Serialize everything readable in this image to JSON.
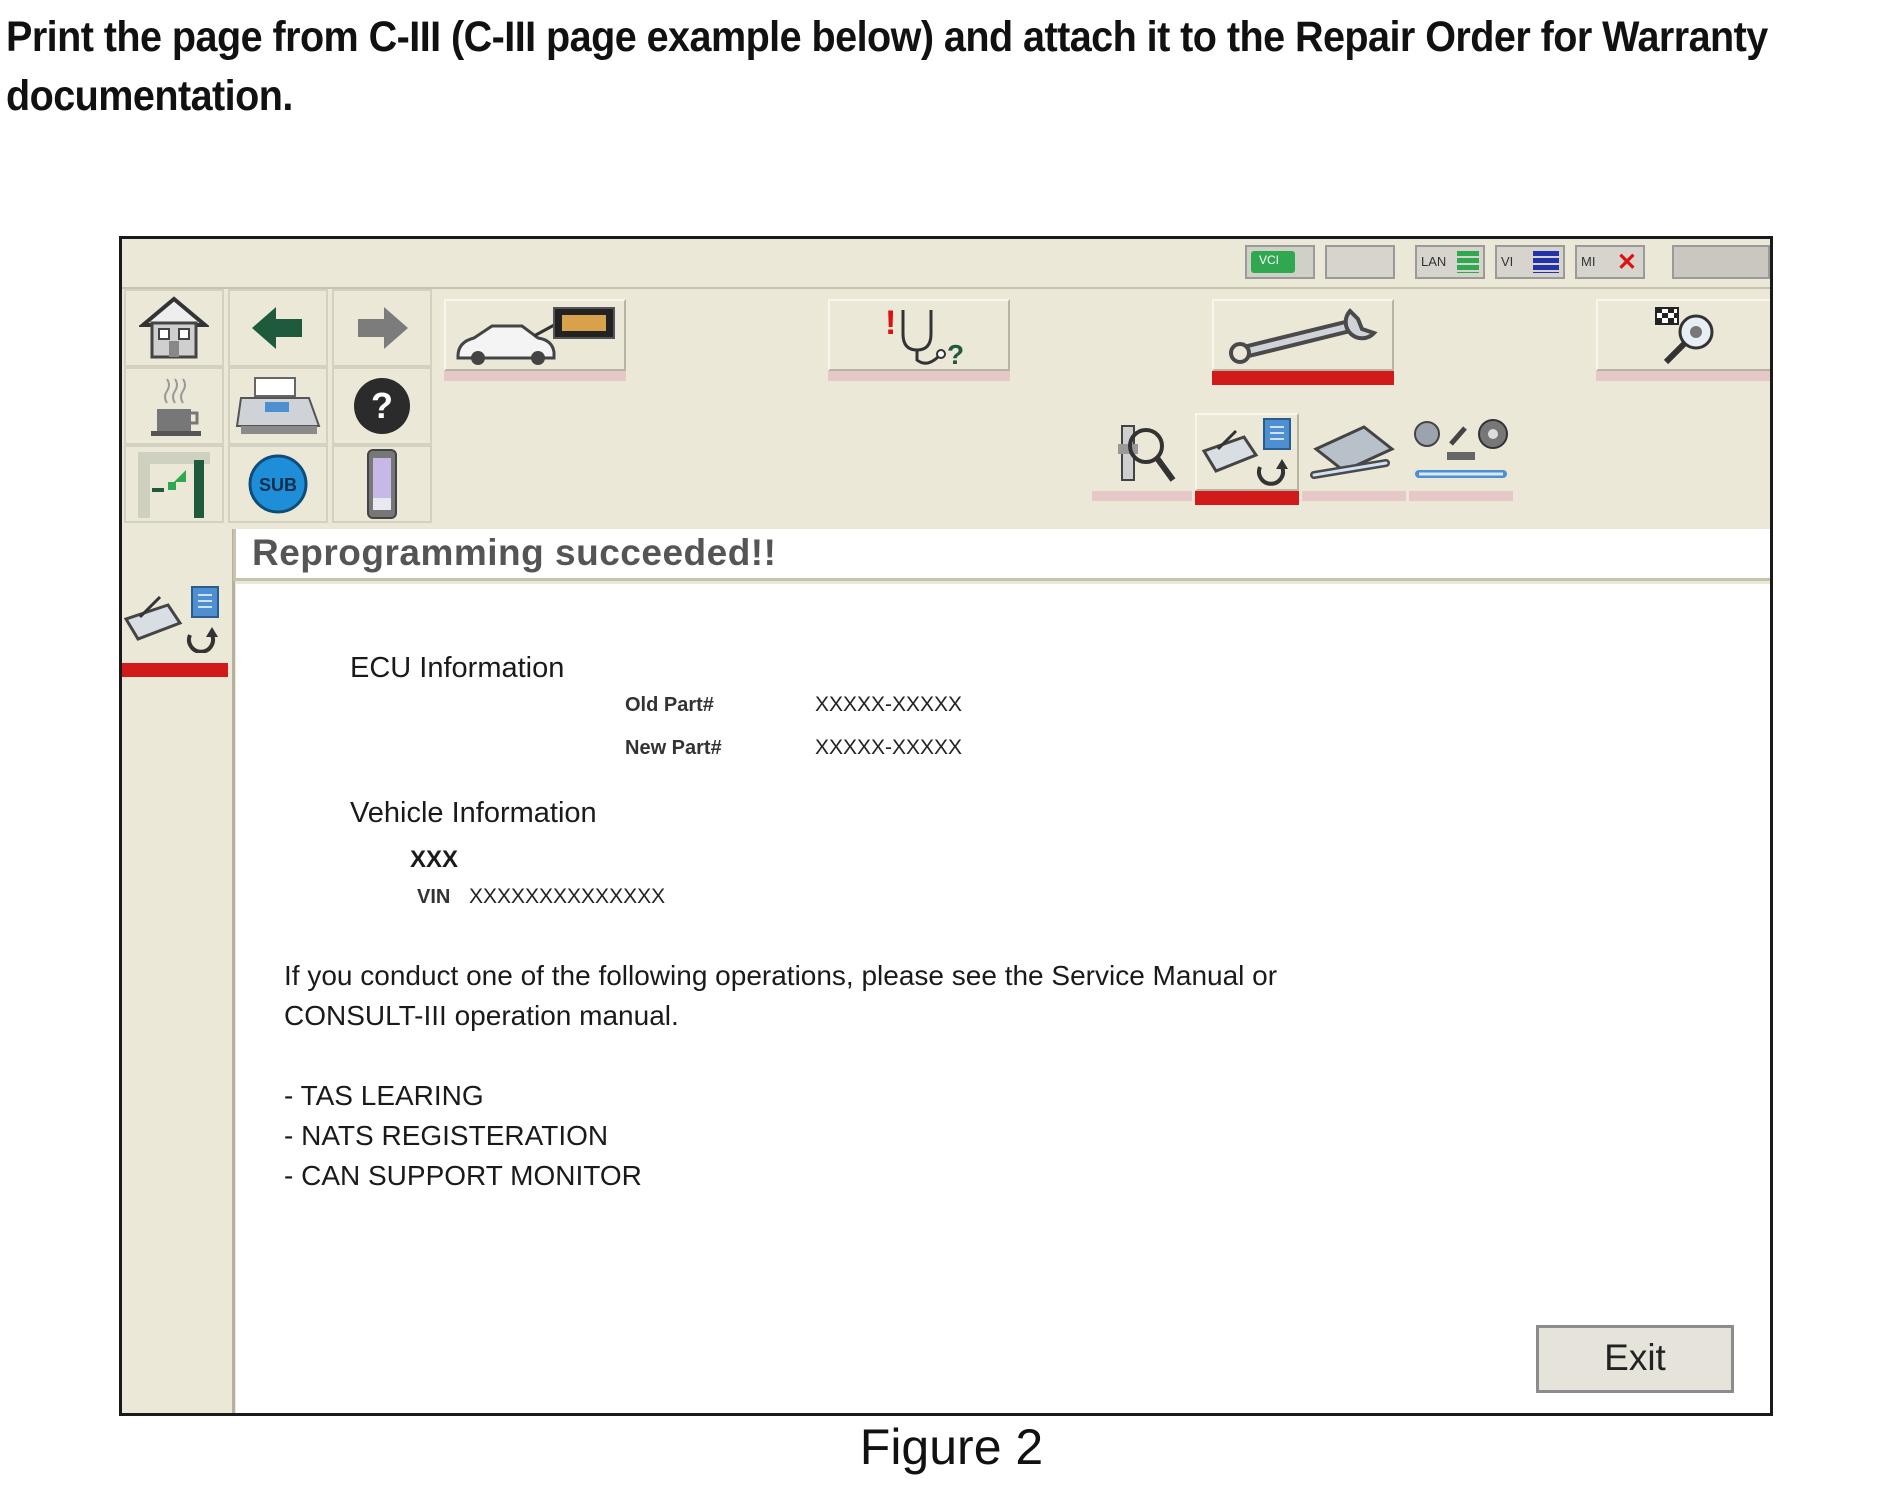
{
  "instruction": {
    "line1": "Print the page from C-III (C-III page example below) and attach it to the Repair Order for Warranty",
    "line2": "documentation."
  },
  "caption": "Figure 2",
  "status_indicators": [
    {
      "label": "VCI",
      "state": "connected",
      "color": "#2fa84f"
    },
    {
      "label": "",
      "state": "blank"
    },
    {
      "label": "LAN",
      "state": "ok",
      "color": "#2fa84f"
    },
    {
      "label": "VI",
      "state": "ok",
      "color": "#2233aa"
    },
    {
      "label": "MI",
      "state": "not-connected",
      "color": "#e01010"
    },
    {
      "label": "",
      "state": "blank"
    }
  ],
  "toolbar": {
    "small_buttons": [
      "home-icon",
      "back-arrow-icon",
      "forward-arrow-icon",
      "coffee-icon",
      "printer-icon",
      "help-icon",
      "screen-capture-icon",
      "sub-icon",
      "device-icon"
    ],
    "sub_label": "SUB",
    "modes": [
      {
        "name": "vehicle-selection-icon",
        "active": false
      },
      {
        "name": "diagnosis-icon",
        "active": false
      },
      {
        "name": "repair-icon",
        "active": true
      },
      {
        "name": "finish-icon",
        "active": false
      }
    ],
    "sub_modes": [
      {
        "name": "inspection-icon",
        "active": false
      },
      {
        "name": "reprogramming-icon",
        "active": true
      },
      {
        "name": "programming-icon",
        "active": false
      },
      {
        "name": "settings-tools-icon",
        "active": false
      }
    ],
    "active_color": "#d11a1a"
  },
  "screen": {
    "title": "Reprogramming succeeded!!",
    "ecu_heading": "ECU Information",
    "old_part_label": "Old Part#",
    "old_part_value": "XXXXX-XXXXX",
    "new_part_label": "New Part#",
    "new_part_value": "XXXXX-XXXXX",
    "vehicle_heading": "Vehicle Information",
    "vehicle_model": "XXX",
    "vin_label": "VIN",
    "vin_value": "XXXXXXXXXXXXXX",
    "note_line1": "If you conduct one of  the following operations, please see the Service Manual or",
    "note_line2": "CONSULT-III operation manual.",
    "operations": [
      "- TAS LEARING",
      "- NATS REGISTERATION",
      "- CAN SUPPORT MONITOR"
    ],
    "exit_label": "Exit"
  }
}
